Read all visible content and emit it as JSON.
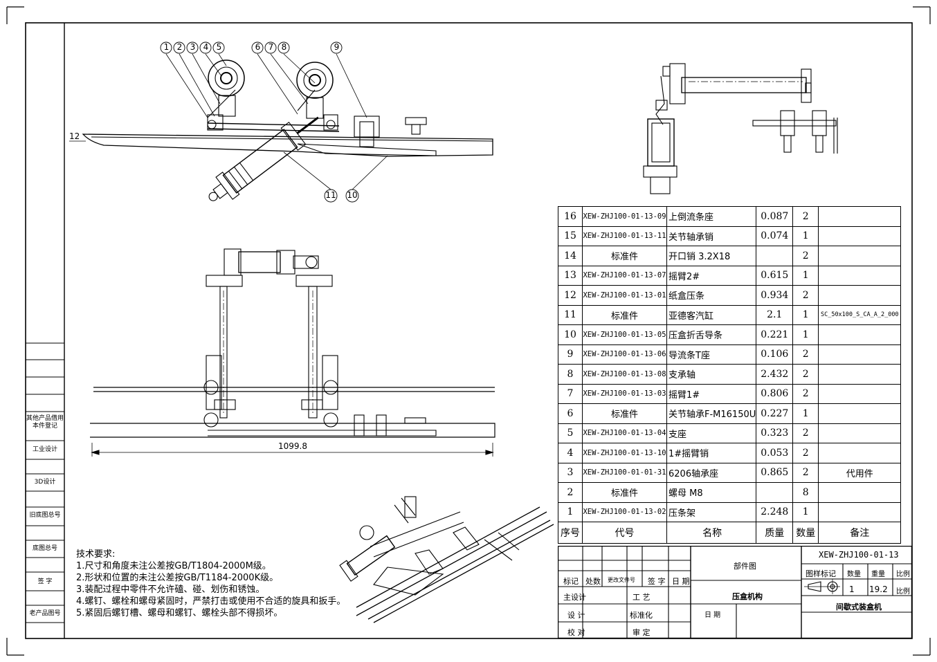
{
  "balloons": [
    "1",
    "2",
    "3",
    "4",
    "5",
    "6",
    "7",
    "8",
    "9",
    "10",
    "11",
    "12"
  ],
  "left_panel": {
    "items": [
      "其他产品借用本件登记",
      "工业设计",
      "3D设计",
      "旧底图总号",
      "底图总号",
      "签 字",
      "老产品图号"
    ]
  },
  "dimension": "1099.8",
  "bom": {
    "header": {
      "no": "序号",
      "code": "代号",
      "name": "名称",
      "mass": "质量",
      "qty": "数量",
      "remark": "备注"
    },
    "rows": [
      {
        "no": "16",
        "code": "XEW-ZHJ100-01-13-09",
        "name": "上倒流条座",
        "mass": "0.087",
        "qty": "2",
        "remark": ""
      },
      {
        "no": "15",
        "code": "XEW-ZHJ100-01-13-11",
        "name": "关节轴承销",
        "mass": "0.074",
        "qty": "1",
        "remark": ""
      },
      {
        "no": "14",
        "code": "标准件",
        "name": "开口销 3.2X18",
        "mass": "",
        "qty": "2",
        "remark": ""
      },
      {
        "no": "13",
        "code": "XEW-ZHJ100-01-13-07",
        "name": "摇臂2#",
        "mass": "0.615",
        "qty": "1",
        "remark": ""
      },
      {
        "no": "12",
        "code": "XEW-ZHJ100-01-13-01",
        "name": "纸盒压条",
        "mass": "0.934",
        "qty": "2",
        "remark": ""
      },
      {
        "no": "11",
        "code": "标准件",
        "name": "亚德客汽缸",
        "mass": "2.1",
        "qty": "1",
        "remark": "SC_50x100_S_CA_A_2_000"
      },
      {
        "no": "10",
        "code": "XEW-ZHJ100-01-13-05",
        "name": "压盒折舌导条",
        "mass": "0.221",
        "qty": "1",
        "remark": ""
      },
      {
        "no": "9",
        "code": "XEW-ZHJ100-01-13-06",
        "name": "导流条T座",
        "mass": "0.106",
        "qty": "2",
        "remark": ""
      },
      {
        "no": "8",
        "code": "XEW-ZHJ100-01-13-08",
        "name": "支承轴",
        "mass": "2.432",
        "qty": "2",
        "remark": ""
      },
      {
        "no": "7",
        "code": "XEW-ZHJ100-01-13-03",
        "name": "摇臂1#",
        "mass": "0.806",
        "qty": "2",
        "remark": ""
      },
      {
        "no": "6",
        "code": "标准件",
        "name": "关节轴承F-M16150U",
        "mass": "0.227",
        "qty": "1",
        "remark": ""
      },
      {
        "no": "5",
        "code": "XEW-ZHJ100-01-13-04",
        "name": "支座",
        "mass": "0.323",
        "qty": "2",
        "remark": ""
      },
      {
        "no": "4",
        "code": "XEW-ZHJ100-01-13-10",
        "name": "1#摇臂销",
        "mass": "0.053",
        "qty": "2",
        "remark": ""
      },
      {
        "no": "3",
        "code": "XEW-ZHJ100-01-01-31",
        "name": "6206轴承座",
        "mass": "0.865",
        "qty": "2",
        "remark": "代用件"
      },
      {
        "no": "2",
        "code": "标准件",
        "name": "螺母 M8",
        "mass": "",
        "qty": "8",
        "remark": ""
      },
      {
        "no": "1",
        "code": "XEW-ZHJ100-01-13-02",
        "name": "压条架",
        "mass": "2.248",
        "qty": "1",
        "remark": ""
      }
    ]
  },
  "notes": {
    "title": "技术要求:",
    "lines": [
      "1.尺寸和角度未注公差按GB/T1804-2000M级。",
      "2.形状和位置的未注公差按GB/T1184-2000K级。",
      "3.装配过程中零件不允许磕、碰、划伤和锈蚀。",
      "4.螺钉、螺栓和螺母紧固时，严禁打击或使用不合适的旋具和扳手。",
      "5.紧固后螺钉槽、螺母和螺钉、螺栓头部不得损坏。"
    ]
  },
  "title_block": {
    "drawing_no": "XEW-ZHJ100-01-13",
    "drawing_type": "部件图",
    "part_name": "压盒机构",
    "machine": "间歇式装盒机",
    "mark_label": "标记",
    "zone_label": "处数",
    "change_doc_label": "更改文件号",
    "sign_label": "签 字",
    "date_label": "日 期",
    "designer_label": "主设计",
    "process_label": "工 艺",
    "design_label": "设 计",
    "standard_label": "标准化",
    "check_label": "校 对",
    "approve_label": "审 定",
    "date2_label": "日 期",
    "sample_mark_label": "图样标记",
    "qty_label": "数量",
    "weight_label": "重量",
    "scale_label": "比例",
    "qty_value": "1",
    "weight_value": "19.2",
    "scale_value": "比例"
  }
}
